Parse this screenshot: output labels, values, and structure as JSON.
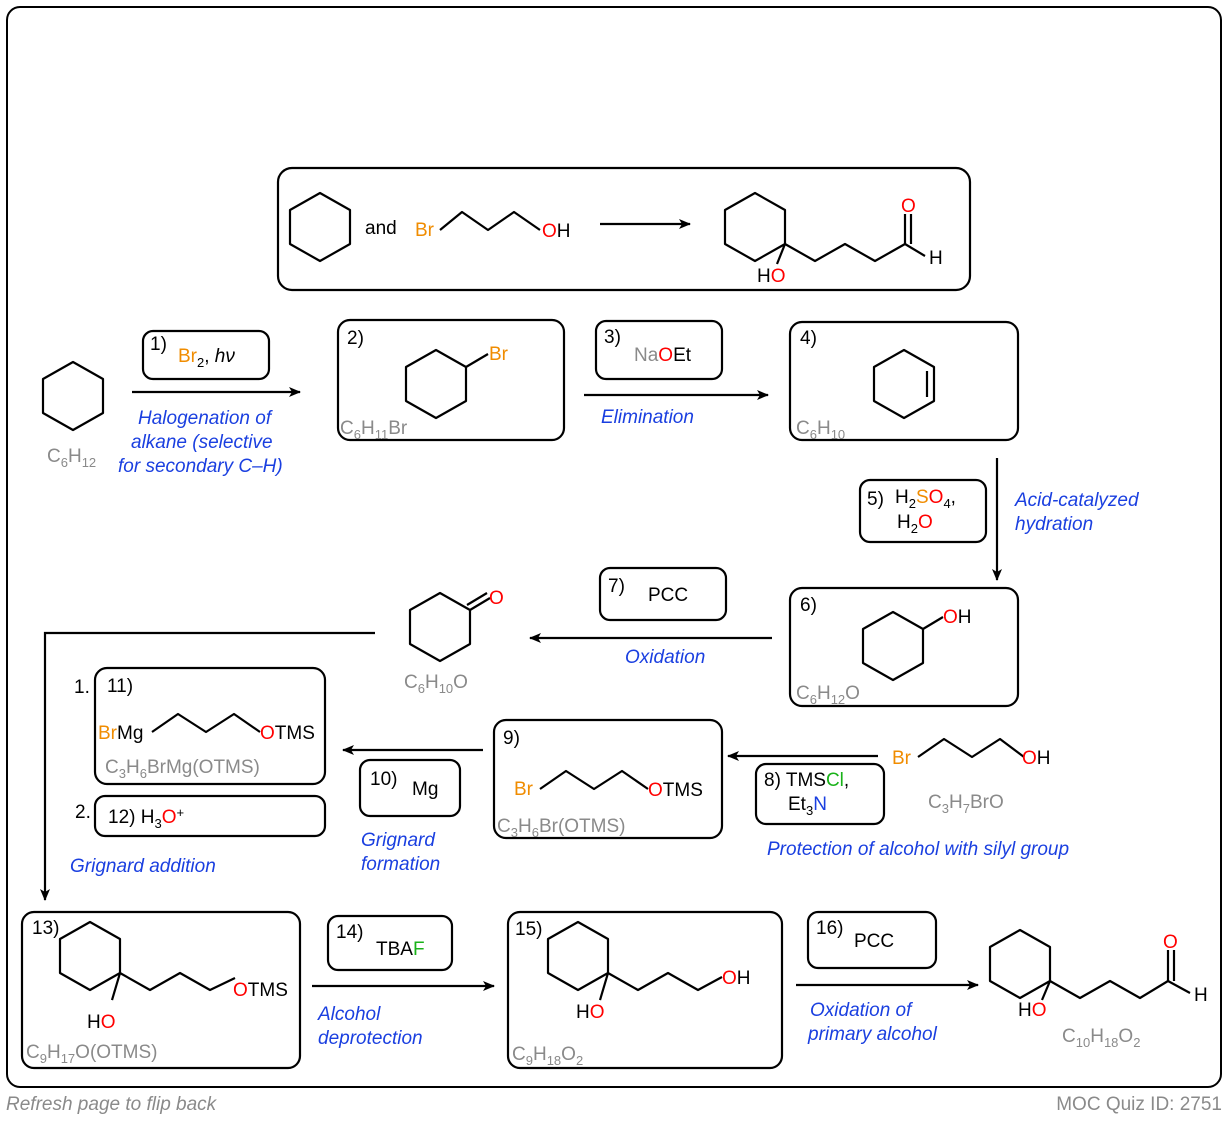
{
  "header": {
    "and": "and",
    "br": "Br",
    "oh": "OH",
    "o": "O",
    "h": "H",
    "ho_h": "H",
    "ho_o": "O"
  },
  "steps": [
    {
      "num": "1)",
      "reagent": "Br",
      "reagent_sub": "2",
      "reagent_extra": ", hν",
      "note": [
        "Halogenation of",
        "alkane (selective",
        "for secondary C–H)"
      ]
    },
    {
      "num": "2)",
      "formula": "C6H11Br"
    },
    {
      "num": "3)",
      "reagent_a": "Na",
      "reagent_b": "O",
      "reagent_c": "Et",
      "note": [
        "Elimination"
      ]
    },
    {
      "num": "4)",
      "formula": "C6H10"
    },
    {
      "num": "5)",
      "reagent": "H2SO4, H2O",
      "note": [
        "Acid-catalyzed",
        "hydration"
      ]
    },
    {
      "num": "6)",
      "formula": "C6H12O"
    },
    {
      "num": "7)",
      "reagent": "PCC",
      "note": [
        "Oxidation"
      ]
    },
    {
      "num": "8)",
      "reagent": "TMSCl, Et3N",
      "note": [
        "Protection of alcohol with silyl group"
      ]
    },
    {
      "num": "9)",
      "formula": "C3H6Br(OTMS)"
    },
    {
      "num": "10)",
      "reagent": "Mg",
      "note": [
        "Grignard",
        "formation"
      ]
    },
    {
      "num": "11)",
      "formula": "C3H6BrMg(OTMS)",
      "prefix": "1."
    },
    {
      "num": "12)",
      "reagent": "H3O+",
      "prefix": "2.",
      "note": [
        "Grignard addition"
      ]
    },
    {
      "num": "13)",
      "formula": "C9H17O(OTMS)"
    },
    {
      "num": "14)",
      "reagent": "TBAF",
      "note": [
        "Alcohol",
        "deprotection"
      ]
    },
    {
      "num": "15)",
      "formula": "C9H18O2"
    },
    {
      "num": "16)",
      "reagent": "PCC",
      "note": [
        "Oxidation of",
        "primary alcohol"
      ]
    }
  ],
  "start_formula": "C6H12",
  "ketone_formula": "C6H10O",
  "bromopropanol_formula": "C3H7BrO",
  "final_formula": "C10H18O2",
  "labels": {
    "br": "Br",
    "oh": "OH",
    "otms": "OTMS",
    "o": "O",
    "h": "H",
    "brmg": "BrMg",
    "tms": "TMS",
    "cl": "Cl",
    "et3": "Et",
    "n": "N",
    "tba": "TBA",
    "f": "F",
    "mg": "Mg",
    "pcc": "PCC"
  },
  "footer": {
    "left": "Refresh page to flip back",
    "right": "MOC Quiz ID: 2751"
  },
  "colors": {
    "bromine": "#f08c00",
    "oxygen": "#ff0000",
    "chlorine": "#19b219",
    "nitrogen": "#1a3fe0",
    "note": "#1a3fe0",
    "formula": "#8a8a8a"
  }
}
